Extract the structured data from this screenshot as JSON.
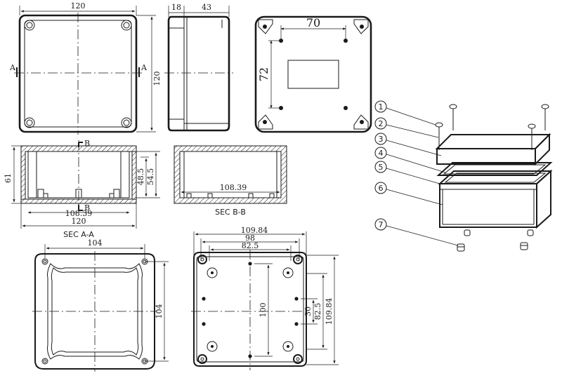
{
  "top_view": {
    "width": "120",
    "height": "120",
    "section_left": "A",
    "section_right": "A"
  },
  "side_view": {
    "wall": "18",
    "depth": "43"
  },
  "bottom_view": {
    "spacing_x": "70",
    "spacing_y": "72"
  },
  "section_a": {
    "side_marker": "B",
    "height": "61",
    "inner_depth": "48.5",
    "inner_depth_2": "54.5",
    "inner_width": "108.39",
    "outer_width": "120",
    "label": "SEC A-A"
  },
  "section_b": {
    "inner_width": "108.39",
    "label": "SEC B-B"
  },
  "lid_plan": {
    "spacing_x": "104",
    "spacing_y": "104"
  },
  "base_plan": {
    "outer_w": "109.84",
    "mid_w": "98",
    "inner_w": "82.5",
    "spacing_y": "100",
    "slot": "30",
    "inner_h": "82.5",
    "outer_h": "109.84"
  },
  "exploded": {
    "callouts": [
      "1",
      "2",
      "3",
      "4",
      "5",
      "6",
      "7"
    ]
  }
}
